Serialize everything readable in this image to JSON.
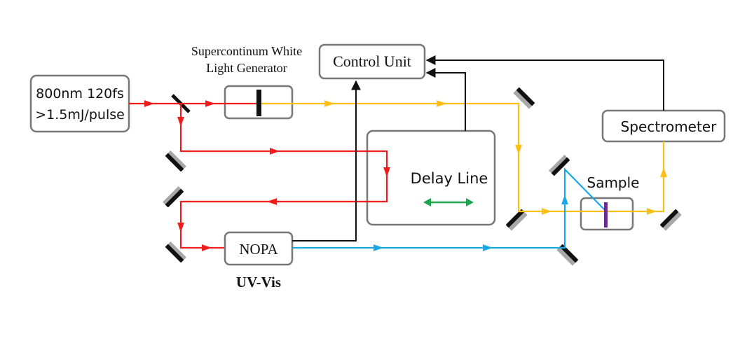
{
  "labels": {
    "laser": [
      "800nm 120fs",
      ">1.5mJ/pulse"
    ],
    "scwlg": [
      "Supercontinum White",
      "Light Generator"
    ],
    "control_unit": "Control Unit",
    "delay_line": "Delay Line",
    "spectrometer": "Spectrometer",
    "sample": "Sample",
    "nopa": "NOPA",
    "uv_vis": "UV-Vis"
  },
  "colors": {
    "pump_beam": "#ee1c1c",
    "white_light_beam": "#fcbf16",
    "uv_vis_beam": "#1aa7e8",
    "delay_arrow": "#1aa64b",
    "sample_plate": "#6a2c91",
    "mirror_face": "#111111",
    "mirror_back": "#a8a8a8",
    "box_outline": "#777777",
    "signal_line": "#111111"
  },
  "icons": {
    "mirror": "mirror-icon",
    "beam_splitter": "beam-splitter-icon",
    "crystal": "crystal-plate-icon",
    "sample_plate": "sample-plate-icon",
    "delay_direction": "double-arrow-icon"
  }
}
